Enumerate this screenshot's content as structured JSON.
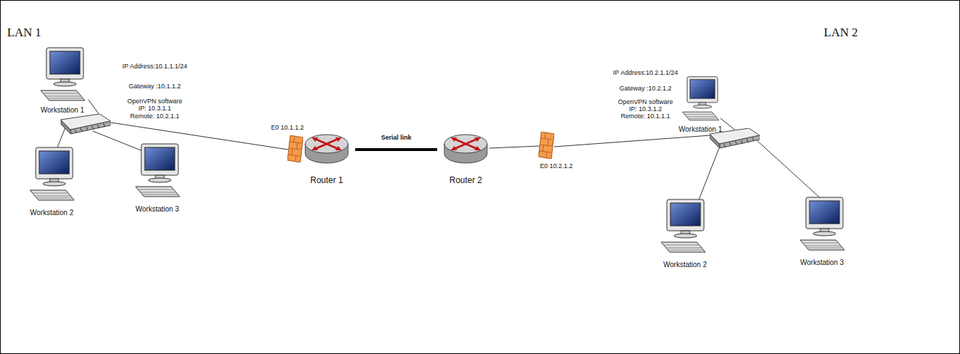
{
  "diagram": {
    "nodes": [
      {
        "text": [
          "Workstation 1"
        ]
      },
      {
        "text": [
          "Workstation 2"
        ]
      },
      {
        "text": [
          "Workstation 3"
        ]
      },
      {
        "text": [
          "Router 1"
        ]
      },
      {
        "text": [
          "Router 2"
        ]
      },
      {
        "text": [
          "Workstation 1"
        ]
      },
      {
        "text": [
          "Workstation 2"
        ]
      },
      {
        "text": [
          "Workstation 3"
        ]
      }
    ],
    "edges": [
      {
        "from": 3,
        "to": 4,
        "arrow": "none",
        "label": "Serial link"
      }
    ],
    "labels": [
      "LAN 1",
      "LAN 2",
      "IP Address:10.1.1.1/24",
      "Gateway :10.1.1.2",
      "OpenVPN software",
      "IP: 10.3.1.1",
      "Remote: 10.2.1.1",
      "IP Address:10.2.1.1/24",
      "Gateway :10.2.1.2",
      "OpenVPN software",
      "IP: 10.3.1.2",
      "Remote: 10.1.1.1",
      "E0 10.1.1.2",
      "E0 10.2.1.2"
    ]
  }
}
